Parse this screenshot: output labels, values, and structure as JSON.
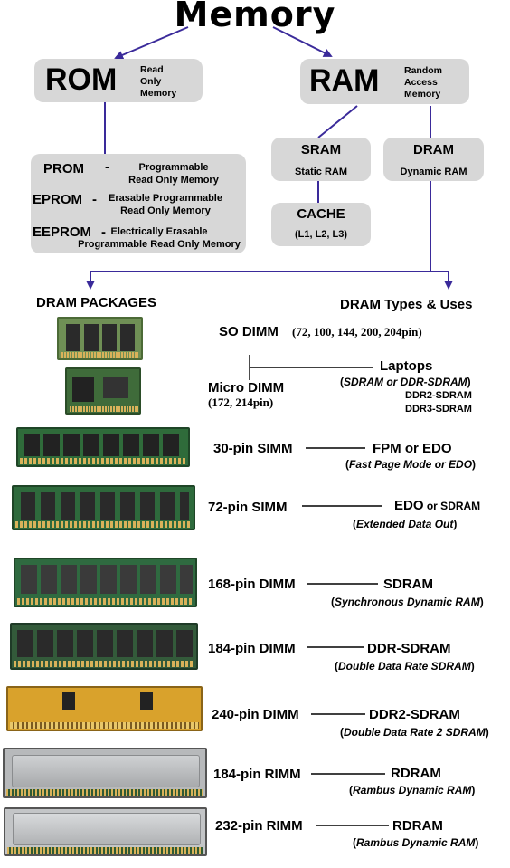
{
  "title": "Memory",
  "rom": {
    "name": "ROM",
    "desc": [
      "Read",
      "Only",
      "Memory"
    ]
  },
  "ram": {
    "name": "RAM",
    "desc": [
      "Random",
      "Access",
      "Memory"
    ]
  },
  "rom_types": [
    {
      "abbr": "PROM",
      "sep": "-",
      "desc": [
        "Programmable",
        "Read Only Memory"
      ]
    },
    {
      "abbr": "EPROM",
      "sep": "-",
      "desc": [
        "Erasable Programmable",
        "Read Only Memory"
      ]
    },
    {
      "abbr": "EEPROM",
      "sep": "-",
      "desc": [
        "Electrically Erasable",
        "Programmable Read Only Memory"
      ]
    }
  ],
  "sram": {
    "name": "SRAM",
    "desc": "Static RAM"
  },
  "dram": {
    "name": "DRAM",
    "desc": "Dynamic RAM"
  },
  "cache": {
    "name": "CACHE",
    "desc": "(L1, L2, L3)"
  },
  "headings": {
    "packages": "DRAM PACKAGES",
    "types": "DRAM Types & Uses"
  },
  "so_dimm": {
    "name": "SO DIMM",
    "pins": "(72, 100, 144, 200, 204pin)"
  },
  "micro_dimm": {
    "name": "Micro DIMM",
    "pins": "(172, 214pin)"
  },
  "laptops": {
    "use": "Laptops",
    "paren_open": "(",
    "types_italic": "SDRAM or DDR-SDRAM",
    "paren_close": ")",
    "types2": "DDR2-SDRAM",
    "types3": "DDR3-SDRAM"
  },
  "rows": [
    {
      "pkg": "30-pin SIMM",
      "type": "FPM or EDO",
      "note": "Fast Page Mode or EDO",
      "color": "#2f6b3a"
    },
    {
      "pkg": "72-pin SIMM",
      "type": "EDO",
      "type_small": " or SDRAM",
      "note": "Extended Data Out",
      "color": "#2e6a3c"
    },
    {
      "pkg": "168-pin DIMM",
      "type": "SDRAM",
      "note": "Synchronous Dynamic RAM",
      "color": "#2f6a40"
    },
    {
      "pkg": "184-pin DIMM",
      "type": "DDR-SDRAM",
      "note": "Double Data Rate SDRAM",
      "color": "#335a3a"
    },
    {
      "pkg": "240-pin DIMM",
      "type": "DDR2-SDRAM",
      "note": "Double Data Rate 2 SDRAM",
      "color": "#d9a22c"
    },
    {
      "pkg": "184-pin RIMM",
      "type": "RDRAM",
      "note": "Rambus Dynamic RAM",
      "color": "#b7b9bb"
    },
    {
      "pkg": "232-pin RIMM",
      "type": "RDRAM",
      "note": "Rambus Dynamic RAM",
      "color": "#c3c5c7"
    }
  ],
  "colors": {
    "box": "#d7d7d7",
    "arrow": "#3a2a9a"
  },
  "paren": {
    "open": "(",
    "close": ")"
  }
}
